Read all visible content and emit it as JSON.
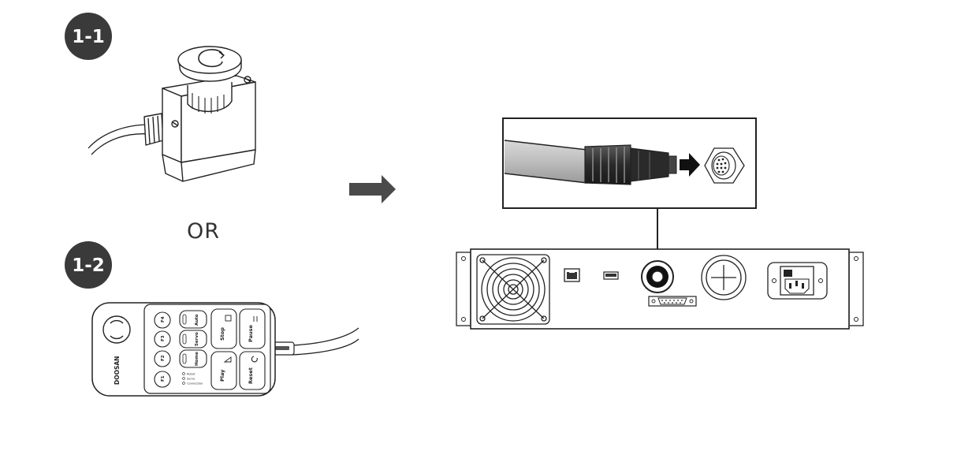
{
  "badges": {
    "option_1": "1-1",
    "option_2": "1-2"
  },
  "separator": "OR",
  "pendant": {
    "brand": "DOOSAN",
    "function_keys": [
      "F4",
      "F3",
      "F2",
      "F1"
    ],
    "mode_keys": [
      "Auto",
      "Servo",
      "Home"
    ],
    "leds": [
      "Robot",
      "Servo",
      "Connection"
    ],
    "big_keys": [
      "Stop",
      "Pause",
      "Play",
      "Reset"
    ]
  },
  "colors": {
    "badge": "#3a3a3a",
    "arrow": "#4a4a4a",
    "line": "#222222"
  }
}
